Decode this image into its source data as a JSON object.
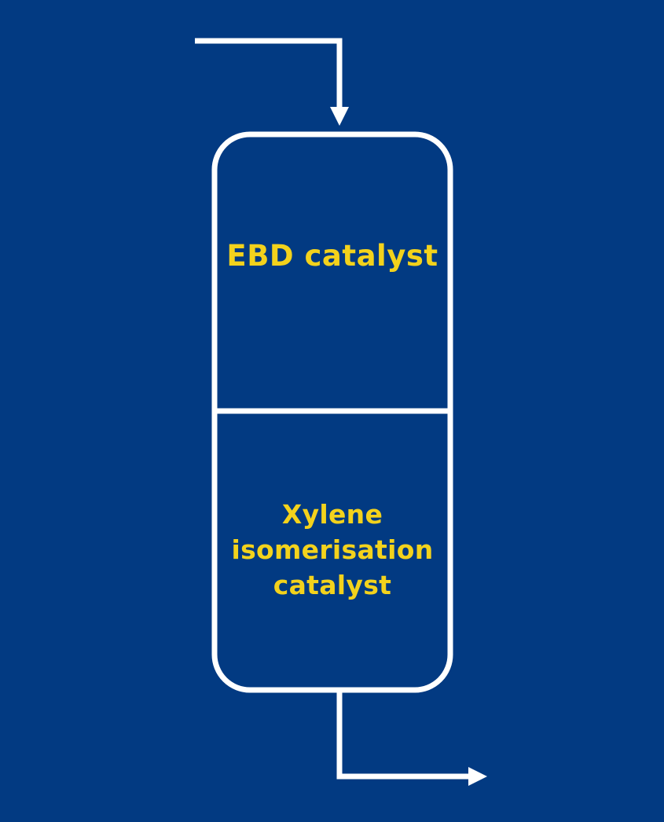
{
  "colors": {
    "background": "#023a82",
    "lines": "#ffffff",
    "label_text": "#f3d21c"
  },
  "reactor": {
    "upper_bed": {
      "label": "EBD catalyst"
    },
    "lower_bed": {
      "label_lines": [
        "Xylene",
        "isomerisation",
        "catalyst"
      ]
    }
  },
  "streams": {
    "inlet": {
      "icon": "arrow-down-icon"
    },
    "outlet": {
      "icon": "arrow-right-icon"
    }
  }
}
